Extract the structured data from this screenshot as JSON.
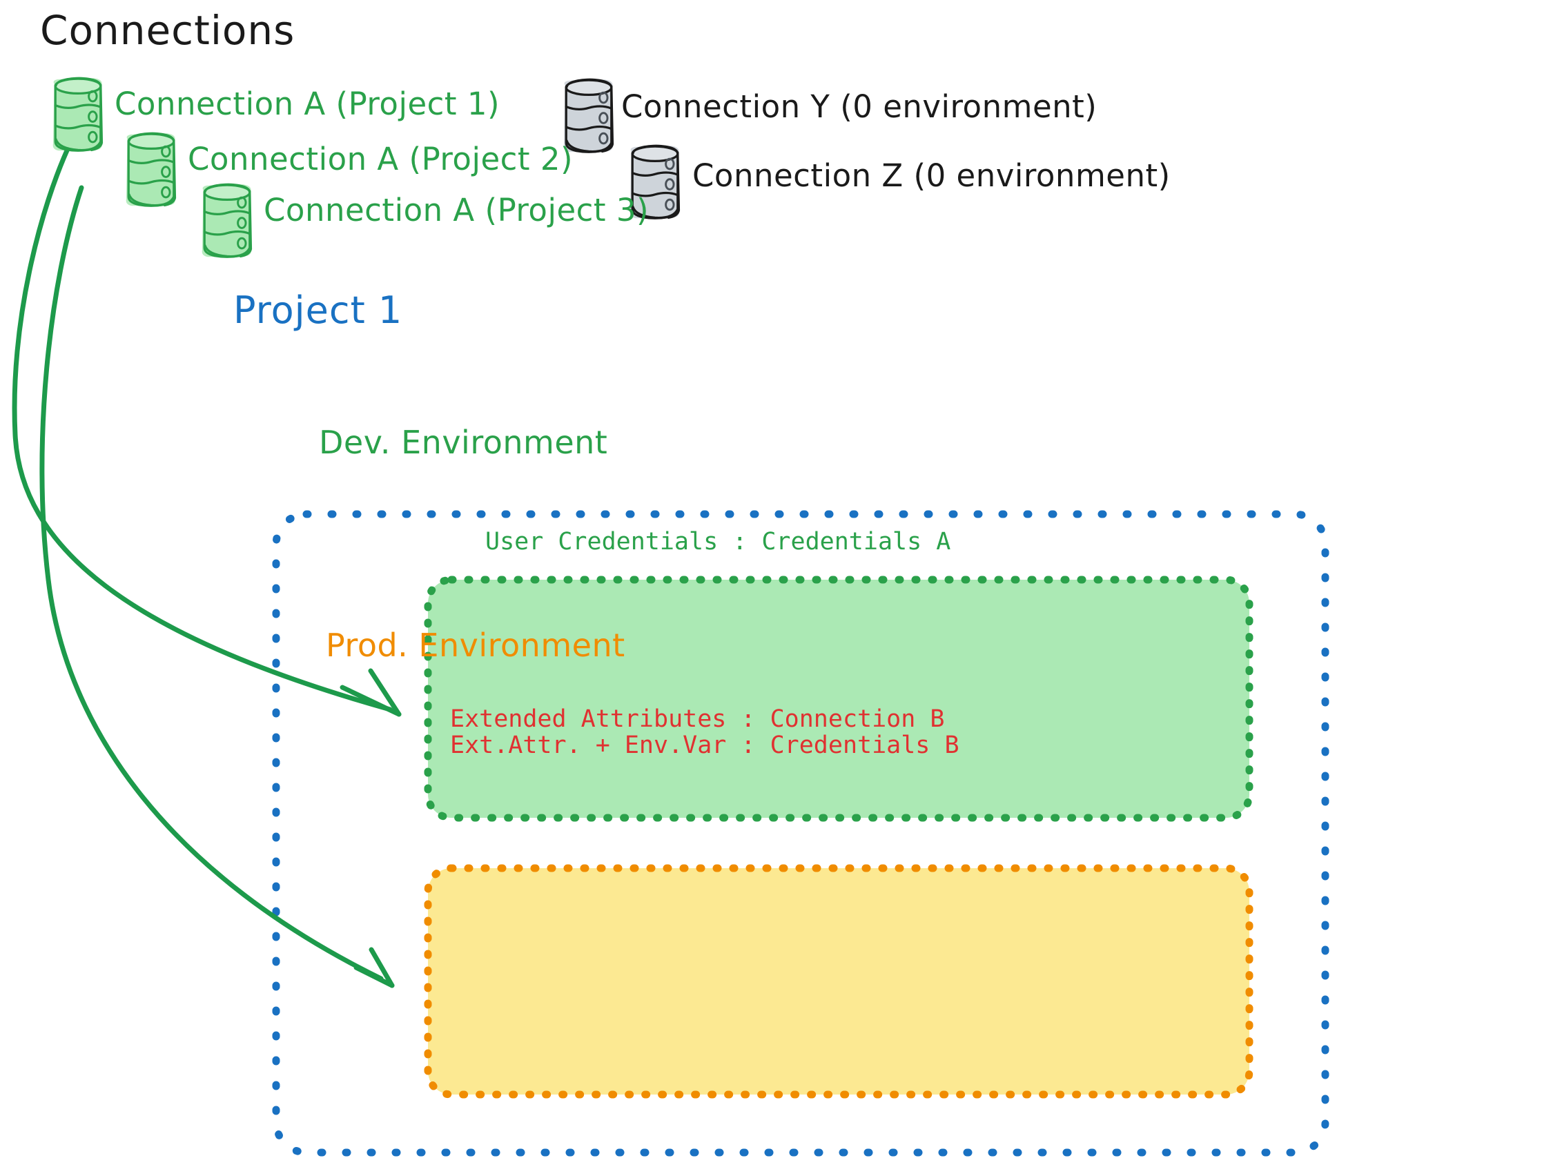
{
  "diagram": {
    "title": "Connections",
    "connections": [
      {
        "id": "conn-a-project-1",
        "label": "Connection A (Project 1)",
        "color": "#2aa14a",
        "style": "green"
      },
      {
        "id": "conn-a-project-2",
        "label": "Connection A (Project 2)",
        "color": "#2aa14a",
        "style": "green"
      },
      {
        "id": "conn-a-project-3",
        "label": "Connection A (Project 3)",
        "color": "#2aa14a",
        "style": "green"
      },
      {
        "id": "conn-y",
        "label": "Connection Y (0 environment)",
        "color": "#1a1a1a",
        "style": "gray"
      },
      {
        "id": "conn-z",
        "label": "Connection Z (0 environment)",
        "color": "#1a1a1a",
        "style": "gray"
      }
    ],
    "project": {
      "title": "Project 1",
      "color": "#1971c2",
      "environments": [
        {
          "id": "dev",
          "title": "Dev. Environment",
          "border_color": "#2aa14a",
          "fill_color": "#abe9b4",
          "text_color": "#2aa14a",
          "lines": [
            "User Credentials : Credentials A"
          ]
        },
        {
          "id": "prod",
          "title": "Prod. Environment",
          "border_color": "#f08c00",
          "fill_color": "#fce992",
          "text_color": "#e03131",
          "lines": [
            "Extended Attributes : Connection B",
            "Ext.Attr. + Env.Var : Credentials B"
          ]
        }
      ]
    },
    "arrows": [
      {
        "id": "arrow-to-dev",
        "from": "conn-a-project-1",
        "to": "dev",
        "color": "#2aa14a"
      },
      {
        "id": "arrow-to-prod",
        "from": "conn-a-project-1",
        "to": "prod",
        "color": "#2aa14a"
      }
    ],
    "palette": {
      "green_stroke": "#2aa14a",
      "green_fill": "#abe9b4",
      "gray_fill": "#ced4da",
      "gray_stroke": "#1a1a1a",
      "blue": "#1971c2",
      "orange": "#f08c00",
      "yellow_fill": "#fce992",
      "red": "#e03131",
      "black": "#1a1a1a",
      "background": "#ffffff"
    }
  }
}
